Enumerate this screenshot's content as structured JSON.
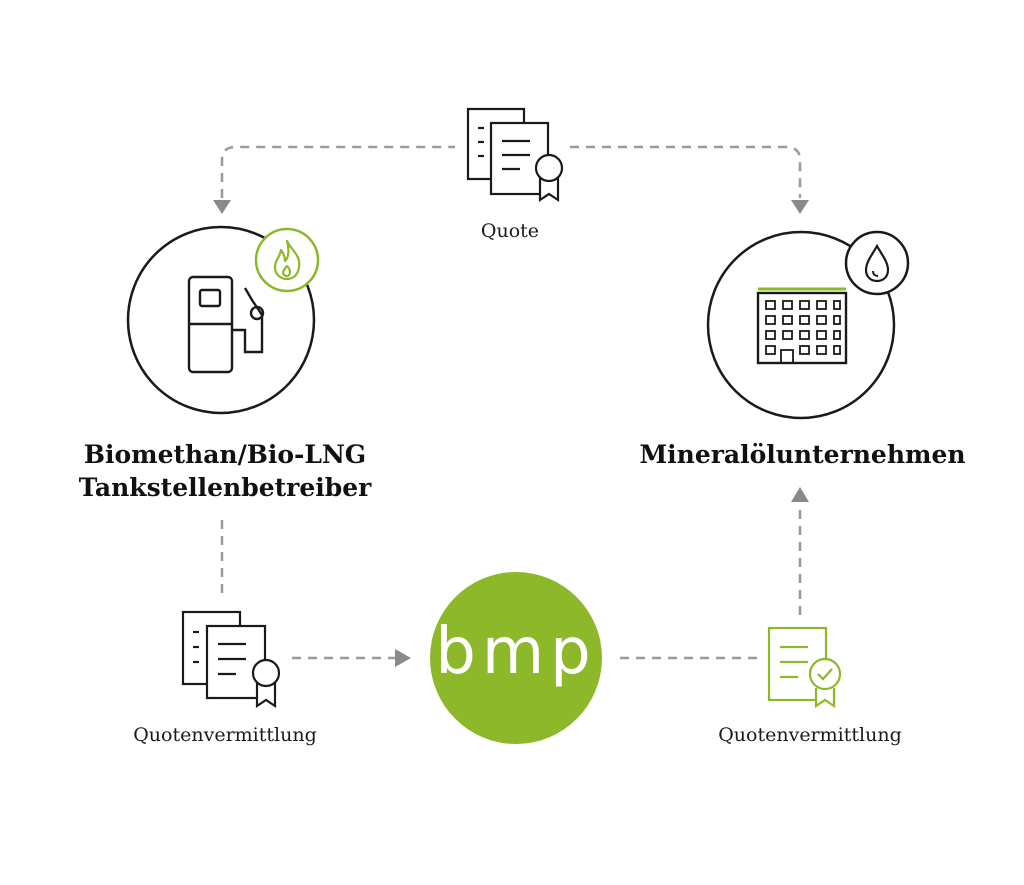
{
  "top_doc": {
    "label": "Quote"
  },
  "left_node": {
    "title_line1": "Biomethan/Bio-LNG",
    "title_line2": "Tankstellenbetreiber",
    "badge_icon": "flame-icon",
    "main_icon": "fuel-pump-icon"
  },
  "right_node": {
    "title": "Mineralölunternehmen",
    "badge_icon": "oil-drop-icon",
    "main_icon": "building-icon"
  },
  "bottom_left_doc": {
    "label": "Quotenvermittlung"
  },
  "bottom_right_doc": {
    "label": "Quotenvermittlung"
  },
  "center_logo": {
    "text": "bmp"
  },
  "colors": {
    "accent": "#8cb82a",
    "line": "#9a9a9a",
    "ink": "#1a1a1a"
  }
}
